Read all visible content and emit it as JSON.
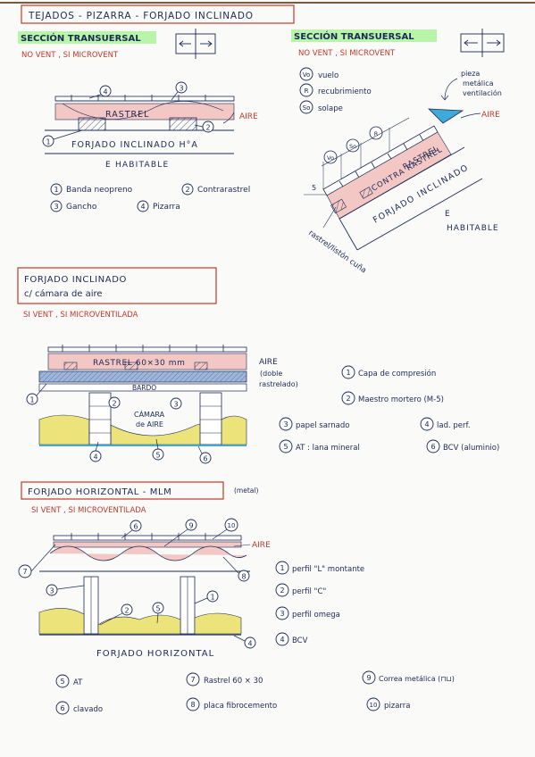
{
  "page_title": "TEJADOS - PIZARRA - FORJADO INCLINADO",
  "s1": {
    "title": "SECCIÓN TRANSUERSAL",
    "subtitle": "NO VENT , SI MICROVENT",
    "labels": {
      "rastrel": "RASTREL",
      "aire": "AIRE",
      "forjado": "FORJADO INCLINADO H°A",
      "habitable": "E HABITABLE"
    },
    "markers": [
      "4",
      "3",
      "1",
      "2"
    ],
    "legend": [
      {
        "n": "1",
        "text": "Banda neopreno"
      },
      {
        "n": "2",
        "text": "Contrarastrel"
      },
      {
        "n": "3",
        "text": "Gancho"
      },
      {
        "n": "4",
        "text": "Pizarra"
      }
    ]
  },
  "s2": {
    "title": "SECCIÓN TRANSUERSAL",
    "subtitle": "NO VENT , SI MICROVENT",
    "legend": [
      {
        "n": "Vo",
        "text": "vuelo"
      },
      {
        "n": "R",
        "text": "recubrimiento"
      },
      {
        "n": "So",
        "text": "solape"
      }
    ],
    "piece_label": [
      "pieza",
      "metálica",
      "ventilación"
    ],
    "labels": {
      "aire": "AIRE",
      "contra": "CONTRA RASTREL",
      "rastrel": "RASTREL",
      "forjado": "FORJADO INCLINADO",
      "e": "E",
      "habitable": "HABITABLE",
      "five": "5",
      "rastrel_cuna": "rastrel/listón cuña"
    },
    "dims": [
      "Vo",
      "So",
      "R"
    ]
  },
  "s3": {
    "title_lines": [
      "FORJADO INCLINADO",
      "c/ cámara de aire"
    ],
    "subtitle": "SI VENT , SI MICROVENTILADA",
    "labels": {
      "rastrel": "RASTREL 60×30 mm",
      "aire_lines": [
        "AIRE",
        "(doble",
        "rastrelado)"
      ],
      "bardo": "BARDO",
      "camara": [
        "CÁMARA",
        "de AIRE"
      ]
    },
    "markers": [
      "1",
      "2",
      "3",
      "4",
      "5",
      "6"
    ],
    "legend": [
      {
        "n": "1",
        "text": "Capa de compresión"
      },
      {
        "n": "2",
        "text": "Maestro mortero (M-5)"
      },
      {
        "n": "3",
        "text": "papel sarnado"
      },
      {
        "n": "4",
        "text": "lad. perf."
      },
      {
        "n": "5",
        "text": "AT : lana mineral"
      },
      {
        "n": "6",
        "text": "BCV (aluminio)"
      }
    ]
  },
  "s4": {
    "title": "FORJADO HORIZONTAL - MLM",
    "title_note": "(metal)",
    "subtitle": "SI VENT , SI MICROVENTILADA",
    "labels": {
      "aire": "AIRE",
      "forjado": "FORJADO HORIZONTAL"
    },
    "markers": [
      "6",
      "9",
      "10",
      "7",
      "8",
      "3",
      "1",
      "2",
      "5",
      "4"
    ],
    "legend_right": [
      {
        "n": "1",
        "text": "perfil \"L\" montante"
      },
      {
        "n": "2",
        "text": "perfil \"C\""
      },
      {
        "n": "3",
        "text": "perfil omega"
      },
      {
        "n": "4",
        "text": "BCV"
      }
    ],
    "legend_bottom": [
      {
        "n": "5",
        "text": "AT"
      },
      {
        "n": "7",
        "text": "Rastrel 60 × 30"
      },
      {
        "n": "9",
        "text": "Correa metálica (⊓⊔)"
      },
      {
        "n": "6",
        "text": "clavado"
      },
      {
        "n": "8",
        "text": "placa fibrocemento"
      },
      {
        "n": "10",
        "text": "pizarra"
      }
    ]
  },
  "colors": {
    "ink": "#1b2a55",
    "red_frame": "#c0392b",
    "highlight": "#b9f5a9",
    "insulation": "#ece47a",
    "membrane": "#f3c7c3",
    "slate_blue": "#3fa9d8",
    "board_blue": "#9fb6d9"
  }
}
